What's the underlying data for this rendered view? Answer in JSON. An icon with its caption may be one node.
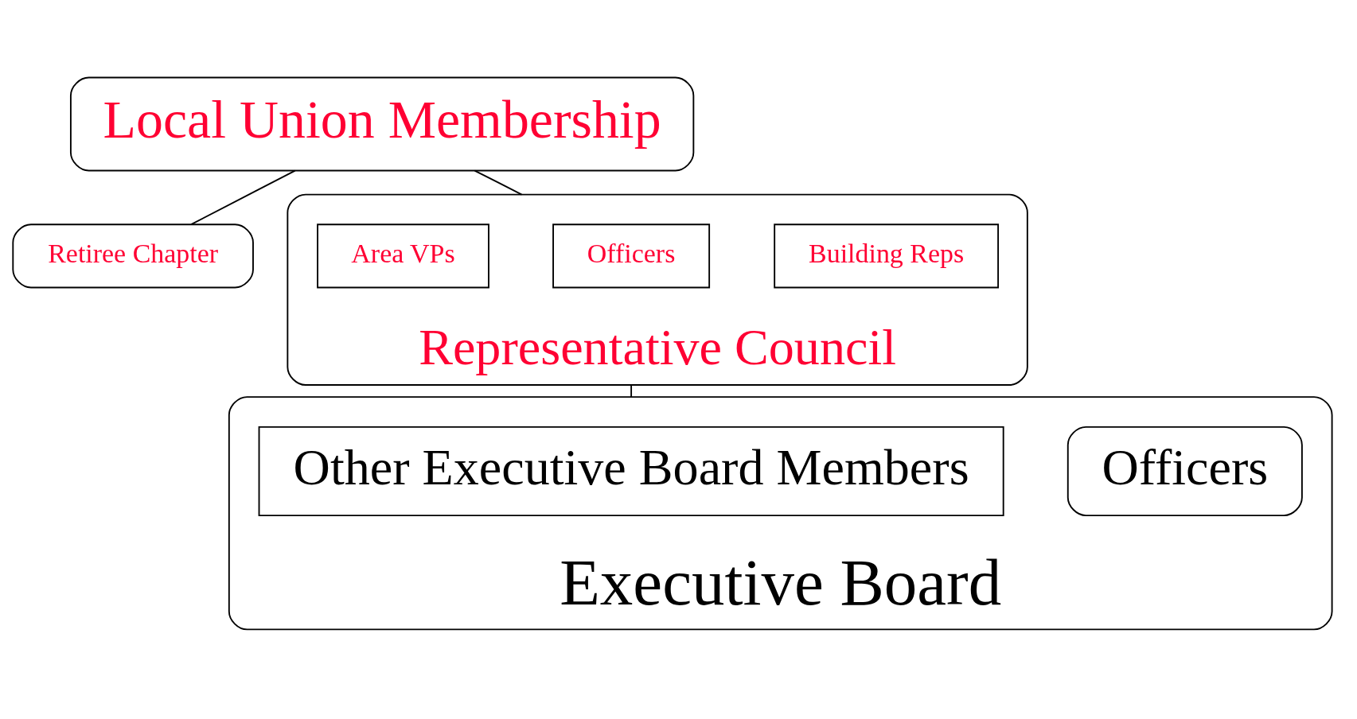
{
  "diagram": {
    "nodes": [
      {
        "text": [
          "Local Union Membership"
        ]
      },
      {
        "text": [
          "Retiree Chapter"
        ]
      },
      {
        "text": [
          "Representative Council"
        ]
      },
      {
        "text": [
          "Building Reps"
        ],
        "in": 2
      },
      {
        "text": [
          "Officers"
        ],
        "in": 2
      },
      {
        "text": [
          "Area VPs"
        ],
        "in": 2
      },
      {
        "text": [
          "Executive Board"
        ]
      },
      {
        "text": [
          "Officers"
        ],
        "in": 6
      },
      {
        "text": [
          "Other Executive Board Members"
        ],
        "in": 6
      }
    ],
    "edges": [
      {
        "from": 0,
        "to": 1,
        "arrow": "none"
      },
      {
        "from": 0,
        "to": 2,
        "arrow": "none"
      },
      {
        "from": 2,
        "to": 6,
        "arrow": "none"
      }
    ]
  }
}
